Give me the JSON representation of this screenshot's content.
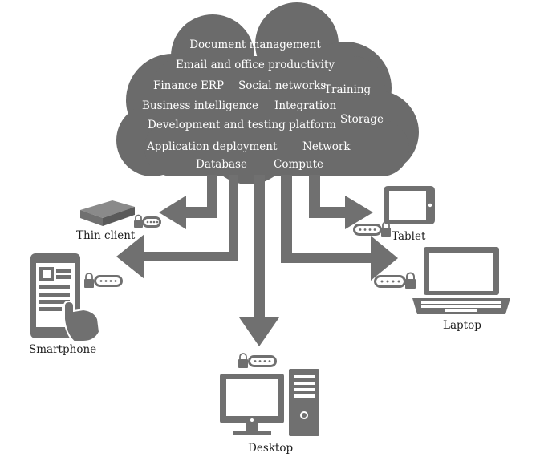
{
  "colors": {
    "cloud": "#6b6b6b",
    "shape": "#707070",
    "service_text": "#ffffff",
    "label_text": "#1e1e1e"
  },
  "cloud_services": [
    "Document management",
    "Email and office productivity",
    "Finance ERP",
    "Social networks",
    "Training",
    "Business intelligence",
    "Integration",
    "Storage",
    "Development and testing platform",
    "Application deployment",
    "Network",
    "Database",
    "Compute"
  ],
  "devices": {
    "thin_client": "Thin client",
    "tablet": "Tablet",
    "smartphone": "Smartphone",
    "laptop": "Laptop",
    "desktop": "Desktop"
  },
  "icons": [
    "cloud-icon",
    "lock-key-icon",
    "thin-client-icon",
    "tablet-icon",
    "smartphone-icon",
    "laptop-icon",
    "desktop-icon"
  ]
}
